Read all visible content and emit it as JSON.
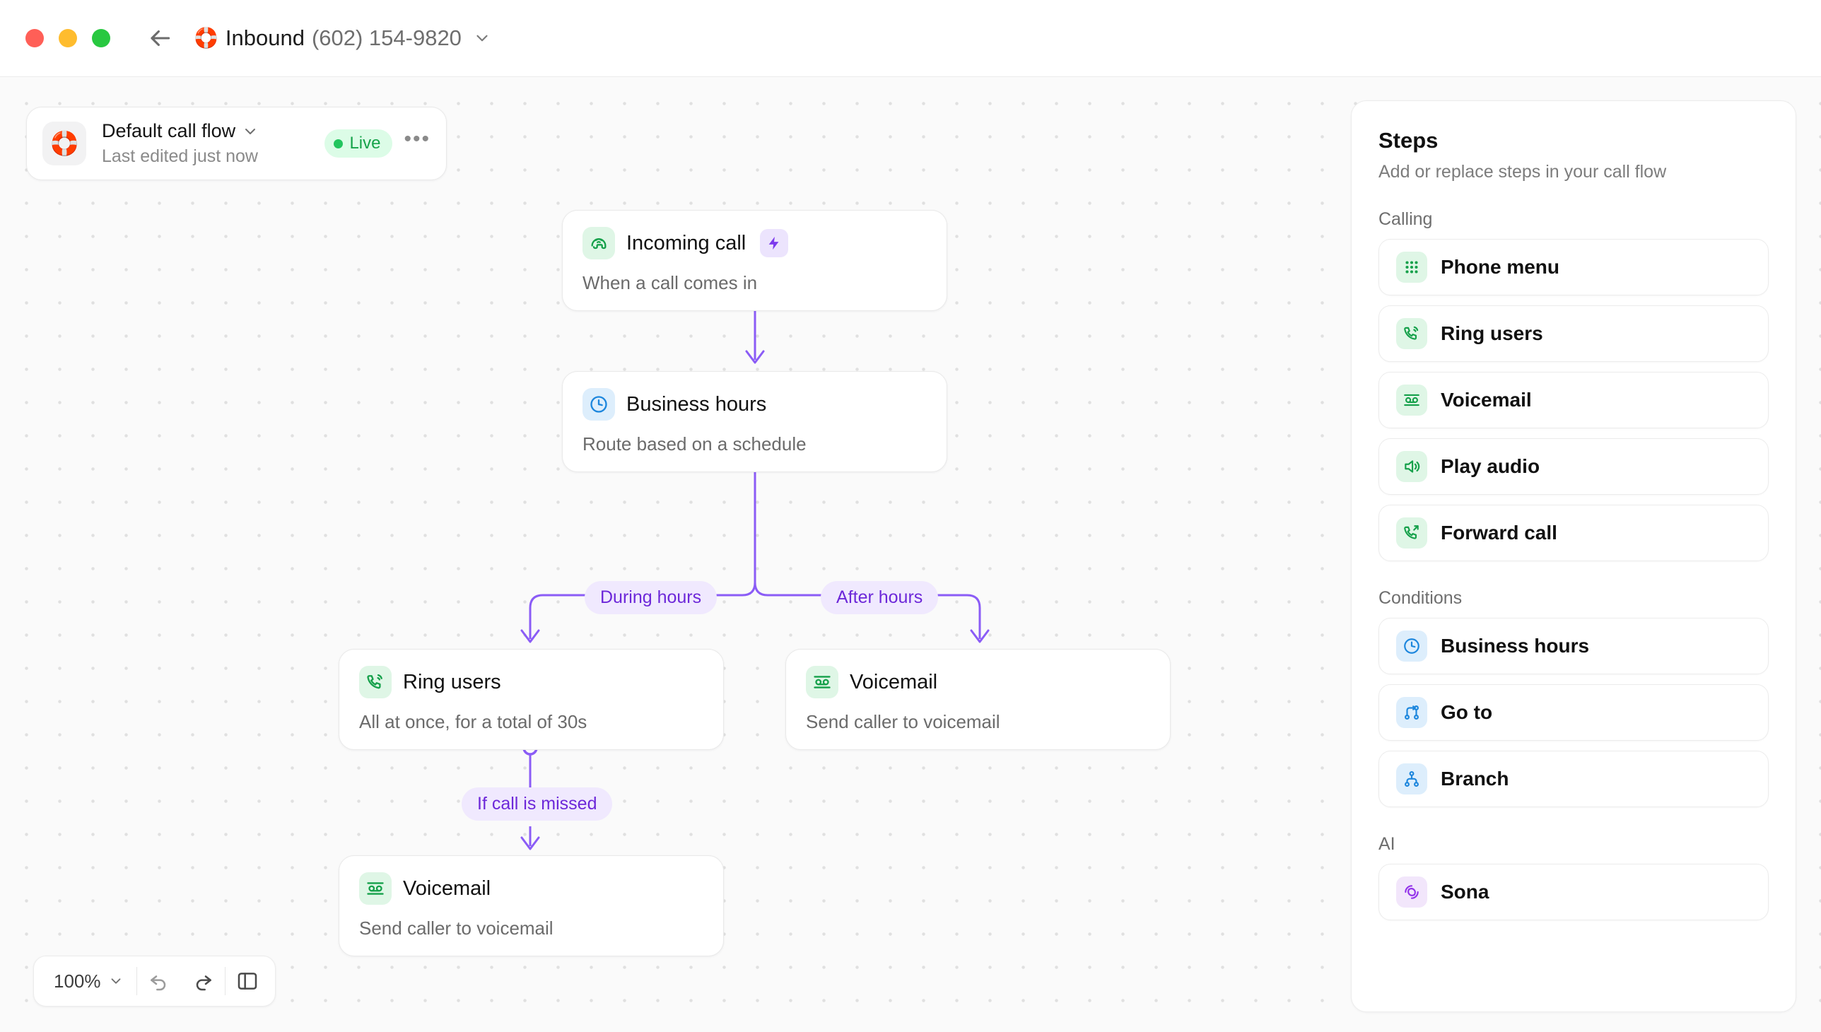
{
  "window": {
    "back_icon": "back-arrow-icon",
    "title_emoji": "🛟",
    "title_main": "Inbound",
    "title_sub": "(602) 154-9820",
    "title_chevron": "chevron-down-icon"
  },
  "flow_card": {
    "avatar_emoji": "🛟",
    "name": "Default call flow",
    "name_chevron": "chevron-down-icon",
    "status_label": "Live",
    "status_color": "#16a34a",
    "status_bg": "#dcfce7",
    "subtitle": "Last edited just now",
    "more_label": "•••"
  },
  "flow": {
    "nodes": [
      {
        "id": "incoming-call",
        "title": "Incoming call",
        "description": "When a call comes in",
        "icon": "incoming-call-icon",
        "icon_color": "green",
        "badge": "lightning-bolt-icon"
      },
      {
        "id": "business-hours",
        "title": "Business hours",
        "description": "Route based on a schedule",
        "icon": "clock-icon",
        "icon_color": "blue",
        "badge": null
      },
      {
        "id": "ring-users",
        "title": "Ring users",
        "description": "All at once, for a total of 30s",
        "icon": "ringing-phone-icon",
        "icon_color": "green",
        "badge": null
      },
      {
        "id": "voicemail-after-hours",
        "title": "Voicemail",
        "description": "Send caller to voicemail",
        "icon": "voicemail-icon",
        "icon_color": "green",
        "badge": null
      },
      {
        "id": "voicemail-missed",
        "title": "Voicemail",
        "description": "Send caller to voicemail",
        "icon": "voicemail-icon",
        "icon_color": "green",
        "badge": null
      }
    ],
    "branch_labels": [
      {
        "id": "during-hours",
        "label": "During hours"
      },
      {
        "id": "after-hours",
        "label": "After hours"
      },
      {
        "id": "if-call-missed",
        "label": "If call is missed"
      }
    ],
    "connector_color": "#8b5cf6"
  },
  "toolbar": {
    "zoom_level": "100%",
    "zoom_chevron": "chevron-down-icon",
    "undo_icon": "undo-icon",
    "redo_icon": "redo-icon",
    "panel_toggle_icon": "panel-toggle-icon"
  },
  "steps_panel": {
    "title": "Steps",
    "subtitle": "Add or replace steps in your call flow",
    "sections": [
      {
        "label": "Calling",
        "items": [
          {
            "label": "Phone menu",
            "icon": "keypad-icon",
            "color": "green"
          },
          {
            "label": "Ring users",
            "icon": "ringing-phone-icon",
            "color": "green"
          },
          {
            "label": "Voicemail",
            "icon": "voicemail-icon",
            "color": "green"
          },
          {
            "label": "Play audio",
            "icon": "speaker-icon",
            "color": "green"
          },
          {
            "label": "Forward call",
            "icon": "forward-call-icon",
            "color": "green"
          }
        ]
      },
      {
        "label": "Conditions",
        "items": [
          {
            "label": "Business hours",
            "icon": "clock-icon",
            "color": "blue"
          },
          {
            "label": "Go to",
            "icon": "go-to-icon",
            "color": "blue"
          },
          {
            "label": "Branch",
            "icon": "branch-icon",
            "color": "blue"
          }
        ]
      },
      {
        "label": "AI",
        "items": [
          {
            "label": "Sona",
            "icon": "sona-icon",
            "color": "purple"
          }
        ]
      }
    ]
  }
}
